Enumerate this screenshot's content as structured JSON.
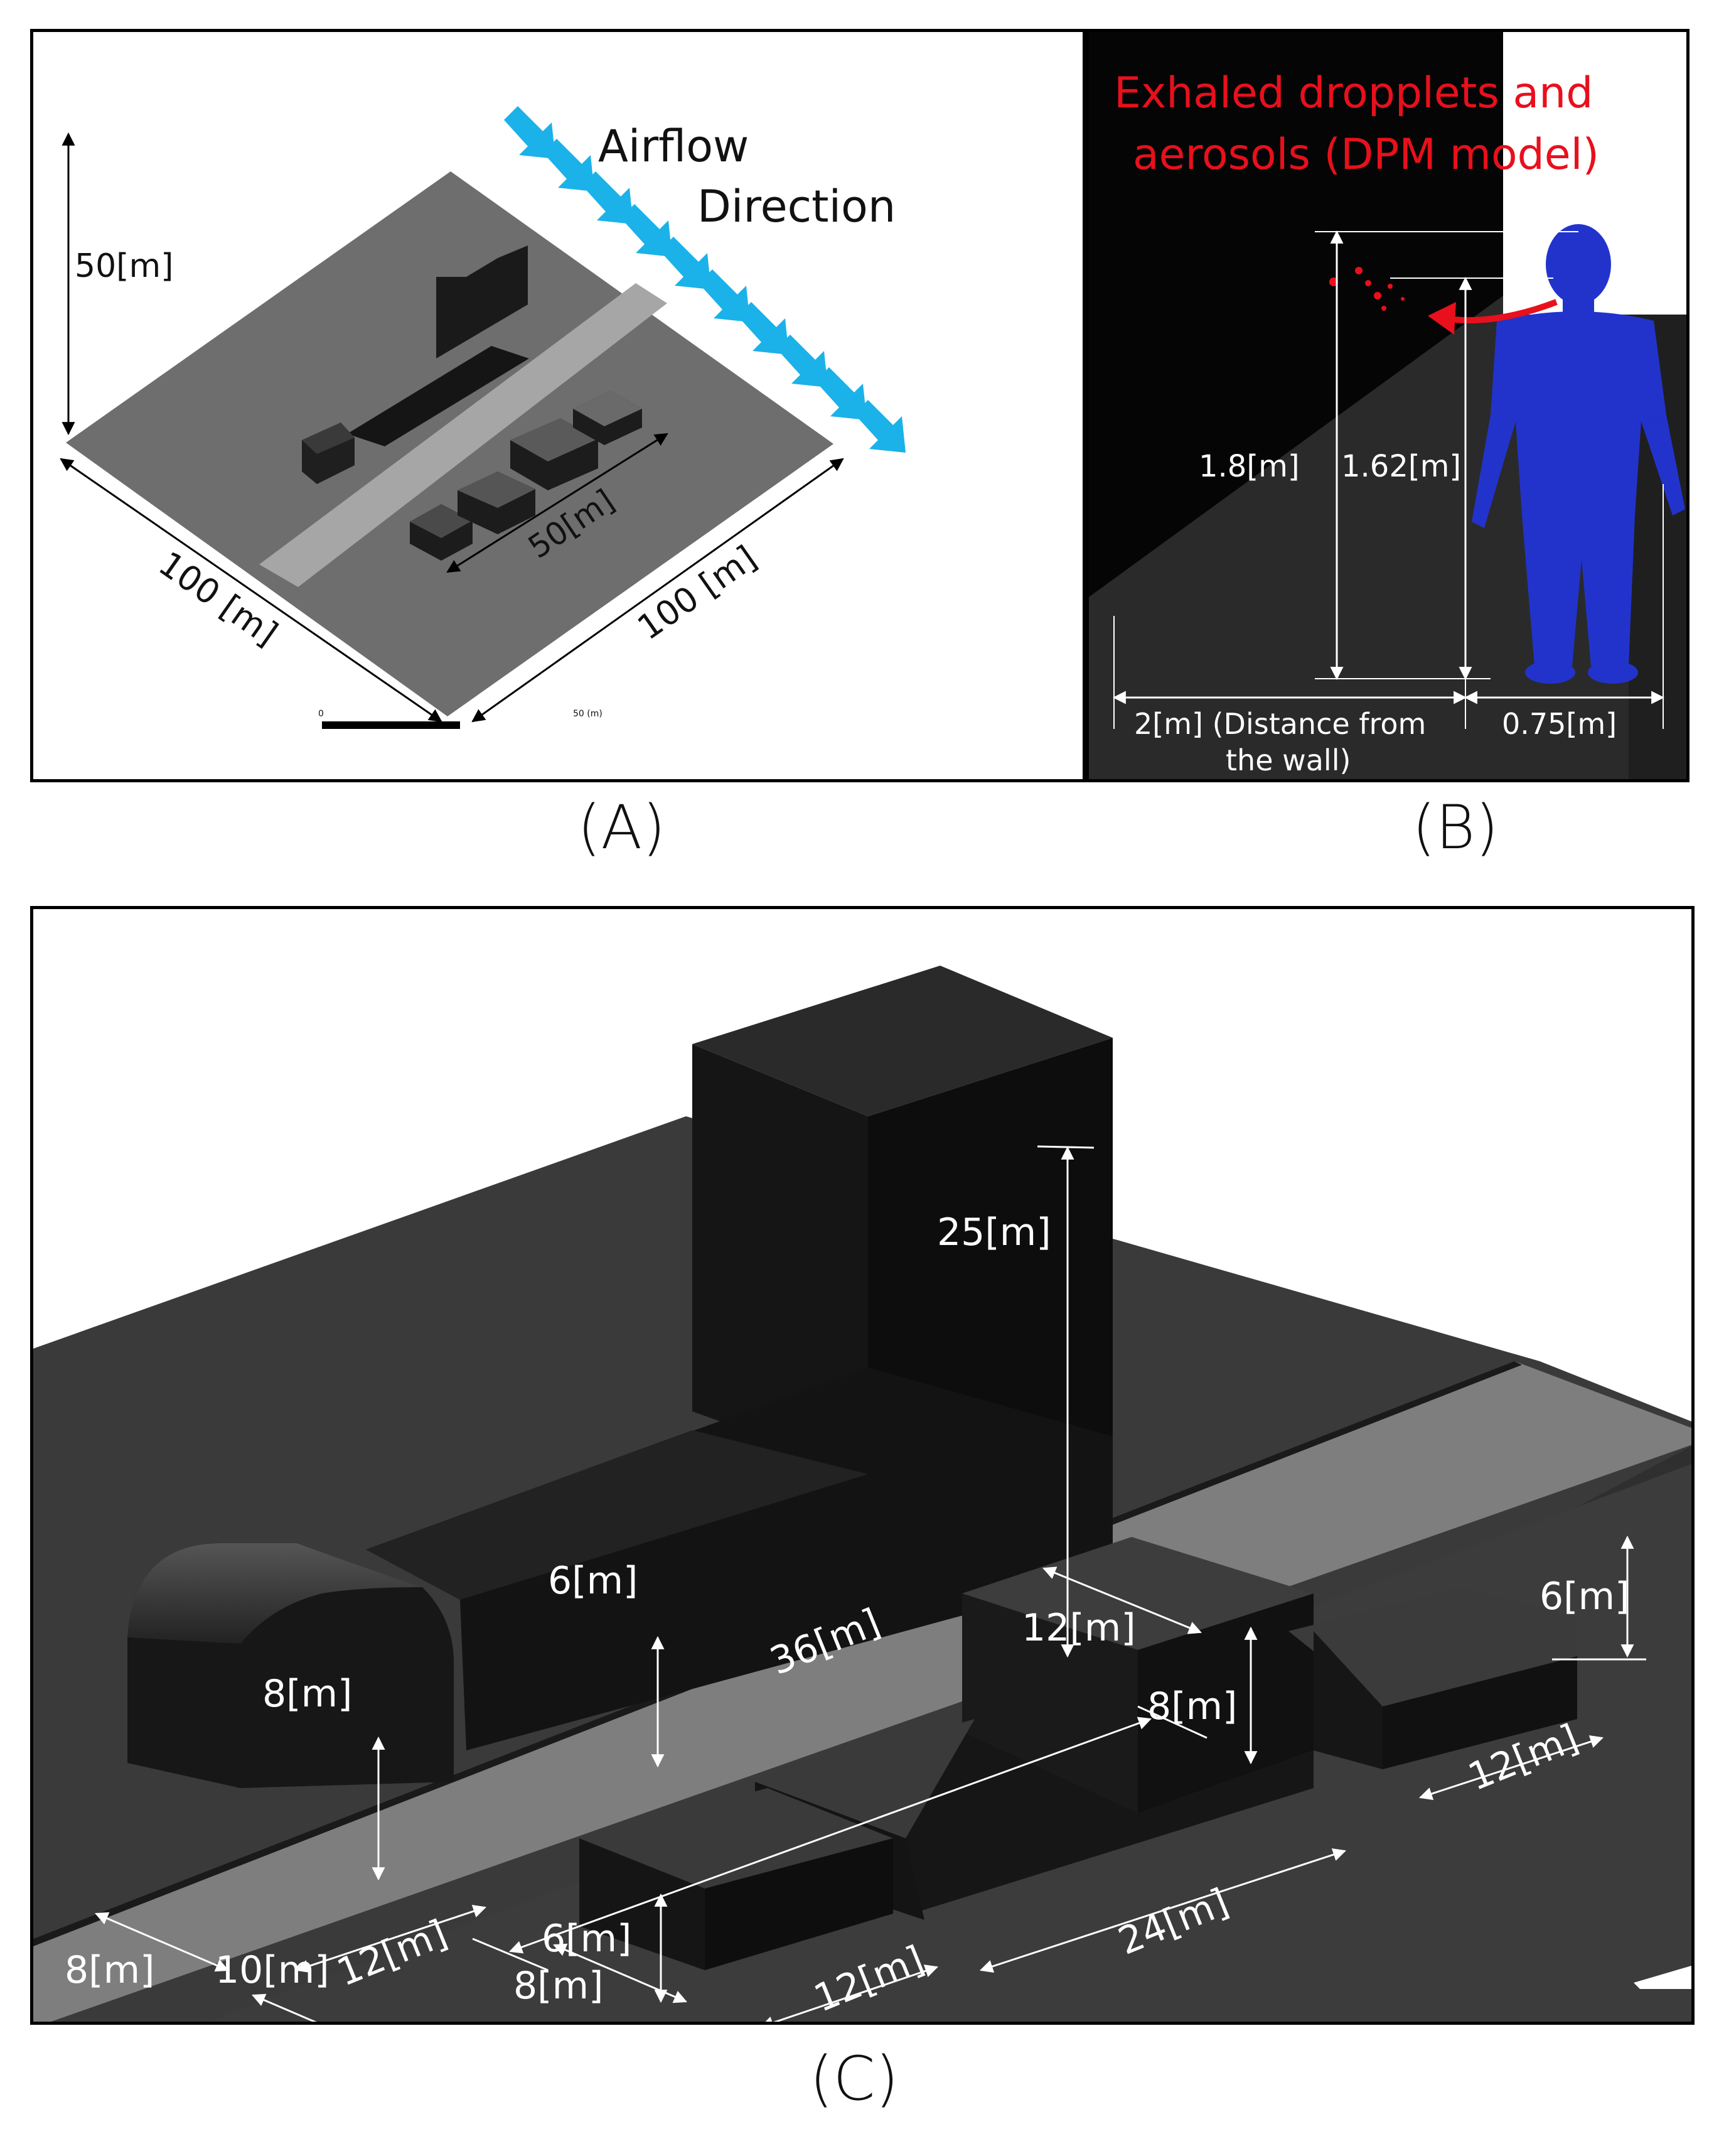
{
  "panel_a": {
    "airflow_label_1": "Airflow",
    "airflow_label_2": "Direction",
    "height_label": "50[m]",
    "width_label_left": "100 [m]",
    "width_label_right": "100 [m]",
    "row_length_label": "50[m]",
    "scale_bar_start": "0",
    "scale_bar_end": "50 (m)",
    "arrow_color": "#1ab2e8"
  },
  "panel_b": {
    "title_line_1": "Exhaled dropplets and",
    "title_line_2": "aerosols (DPM model)",
    "title_color": "#e8101c",
    "body_color": "#2233cc",
    "height_total_label": "1.8[m]",
    "mouth_height_label": "1.62[m]",
    "wall_distance_line_1": "2[m] (Distance from",
    "wall_distance_line_2": "the  wall)",
    "body_width_label": "0.75[m]"
  },
  "panel_c": {
    "tower_height": "25[m]",
    "long_building_height": "6[m]",
    "long_building_length": "36[m]",
    "rounded_height": "8[m]",
    "rounded_depth": "8[m]",
    "rounded_width": "12[m]",
    "street_width": "10[m]",
    "mid_block_depth": "12[m]",
    "mid_block_height": "8[m]",
    "right_house_height": "6[m]",
    "right_house_width": "12[m]",
    "row_length": "24[m]",
    "front_house_height": "6[m]",
    "front_house_depth": "8[m]",
    "front_house_width": "12[m]"
  },
  "captions": {
    "a": "(A)",
    "b": "(B)",
    "c": "(C)"
  }
}
